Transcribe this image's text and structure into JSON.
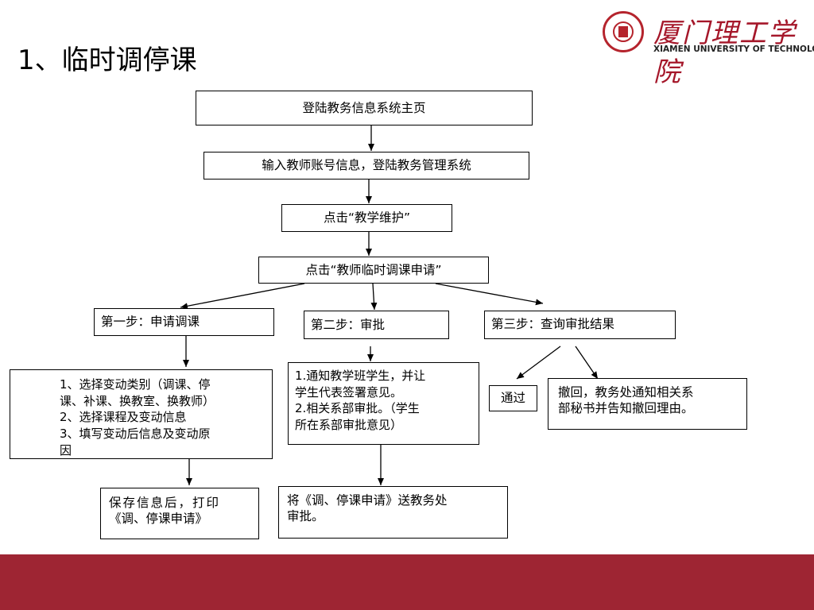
{
  "slide": {
    "title": "1、临时调停课"
  },
  "logo": {
    "name_cn": "厦门理工学院",
    "name_en": "XIAMEN UNIVERSITY OF TECHNOLOGY"
  },
  "nodes": {
    "login_portal": "登陆教务信息系统主页",
    "enter_account": "输入教师账号信息，登陆教务管理系统",
    "click_teaching": "点击“教学维护”",
    "click_apply": "点击“教师临时调课申请”",
    "step1": "第一步：申请调课",
    "step2": "第二步：审批",
    "step3": "第三步：查询审批结果",
    "step1_detail": [
      "1、选择变动类别（调课、停",
      "课、补课、换教室、换教师）",
      "2、选择课程及变动信息",
      "3、填写变动后信息及变动原",
      "因"
    ],
    "step1_result": [
      "保存信息后，打印",
      "《调、停课申请》"
    ],
    "step2_detail": [
      "1.通知教学班学生，并让",
      "学生代表签署意见。",
      "2.相关系部审批。（学生",
      "所在系部审批意见）"
    ],
    "step2_result": [
      "将《调、停课申请》送教务处",
      "审批。"
    ],
    "pass": "通过",
    "reject": [
      "撤回，教务处通知相关系",
      "部秘书并告知撤回理由。"
    ]
  }
}
